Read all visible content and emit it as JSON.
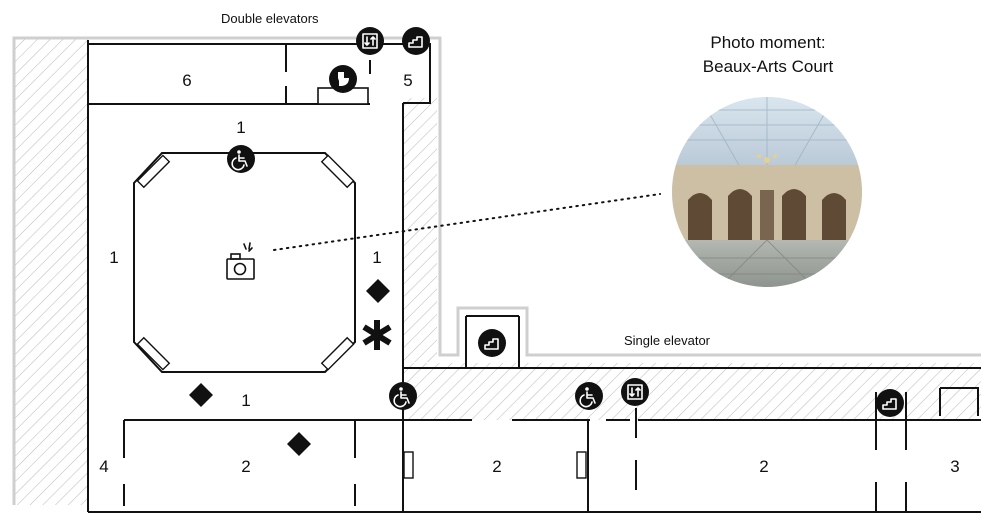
{
  "labels": {
    "double_elevators": "Double elevators",
    "single_elevator": "Single elevator",
    "photo_moment_line1": "Photo moment:",
    "photo_moment_line2": "Beaux-Arts Court"
  },
  "rooms": {
    "r6": "6",
    "r5": "5",
    "r1_top": "1",
    "r1_left": "1",
    "r1_right": "1",
    "r1_bottom": "1",
    "r4": "4",
    "r2_a": "2",
    "r2_b": "2",
    "r2_c": "2",
    "r3": "3"
  },
  "icons": [
    "elevator-icon",
    "stairs-icon",
    "restroom-icon",
    "accessible-icon",
    "camera-icon",
    "diamond-marker-icon",
    "asterisk-marker-icon"
  ],
  "colors": {
    "ink": "#111111",
    "outline": "#cfcfcf",
    "hatch": "#bdbdbd",
    "background": "#ffffff"
  }
}
